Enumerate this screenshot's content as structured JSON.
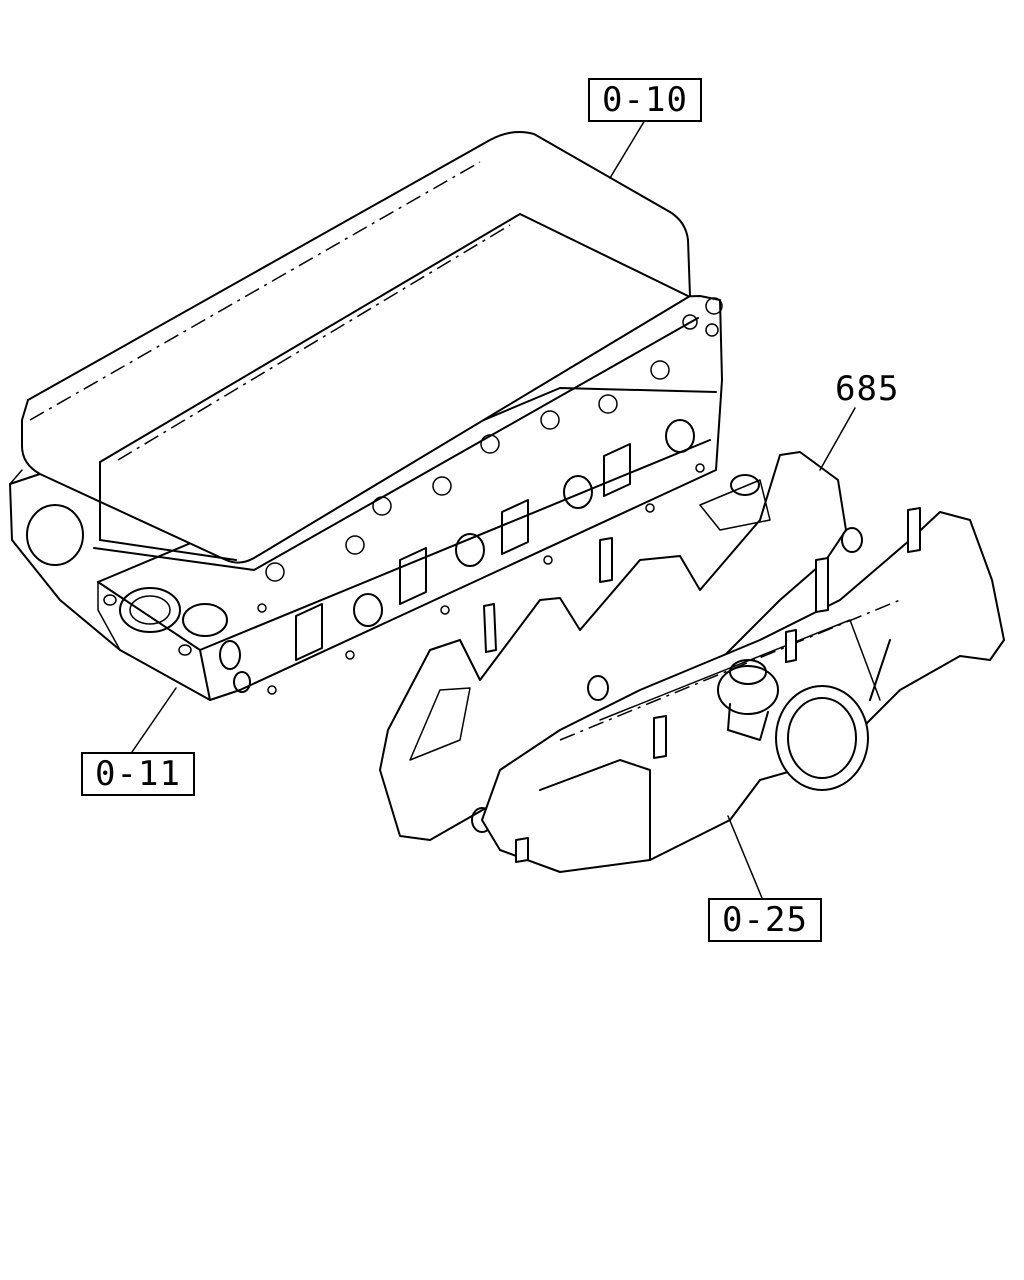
{
  "callouts": {
    "valve_cover": "0-10",
    "cylinder_head": "0-11",
    "intake_manifold": "0-25",
    "gasket": "685"
  }
}
